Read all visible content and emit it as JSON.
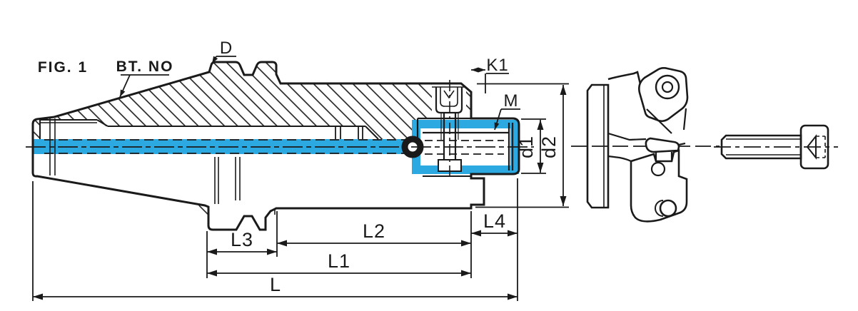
{
  "labels": {
    "figure": "FIG. 1",
    "shank": "BT. NO",
    "d": "D",
    "k1": "K1",
    "m": "M",
    "d1": "d1",
    "d2": "d2",
    "l": "L",
    "l1": "L1",
    "l2": "L2",
    "l3": "L3",
    "l4": "L4"
  },
  "colors": {
    "highlight": "#2BA9E0",
    "line": "#1a1a1a",
    "background": "#ffffff"
  }
}
